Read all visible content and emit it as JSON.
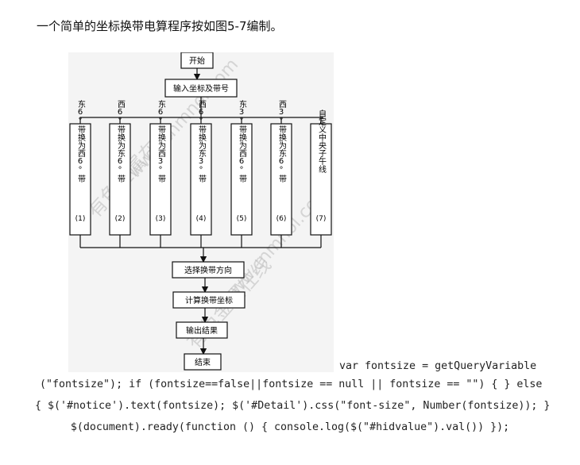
{
  "heading": "一个简单的坐标换带电算程序按如图5-7编制。",
  "flow": {
    "start": "开始",
    "input": "输入坐标及带号",
    "branches": [
      {
        "label": "东6°带换为西6°带",
        "num": "(1)"
      },
      {
        "label": "西6°带换为东6°带",
        "num": "(2)"
      },
      {
        "label": "东6°带换为西3°带",
        "num": "(3)"
      },
      {
        "label": "西6°带换为东3°带",
        "num": "(4)"
      },
      {
        "label": "东3°带换为西6°带",
        "num": "(5)"
      },
      {
        "label": "西3°带换为东6°带",
        "num": "(6)"
      },
      {
        "label": "自定义中央子午线",
        "num": "(7)"
      }
    ],
    "select": "选择换带方向",
    "compute": "计算换带坐标",
    "output": "输出结果",
    "end": "结束"
  },
  "watermark": {
    "cn": "有色金属在线",
    "en": "www.cnmnol.com"
  },
  "code": {
    "line1": "var fontsize = getQueryVariable",
    "line2": "(\"fontsize\"); if (fontsize==false||fontsize == null || fontsize == \"\") { } else",
    "line3": "{ $('#notice').text(fontsize); $('#Detail').css(\"font-size\", Number(fontsize)); }",
    "line4": "$(document).ready(function () { console.log($(\"#hidvalue\").val()) });"
  }
}
